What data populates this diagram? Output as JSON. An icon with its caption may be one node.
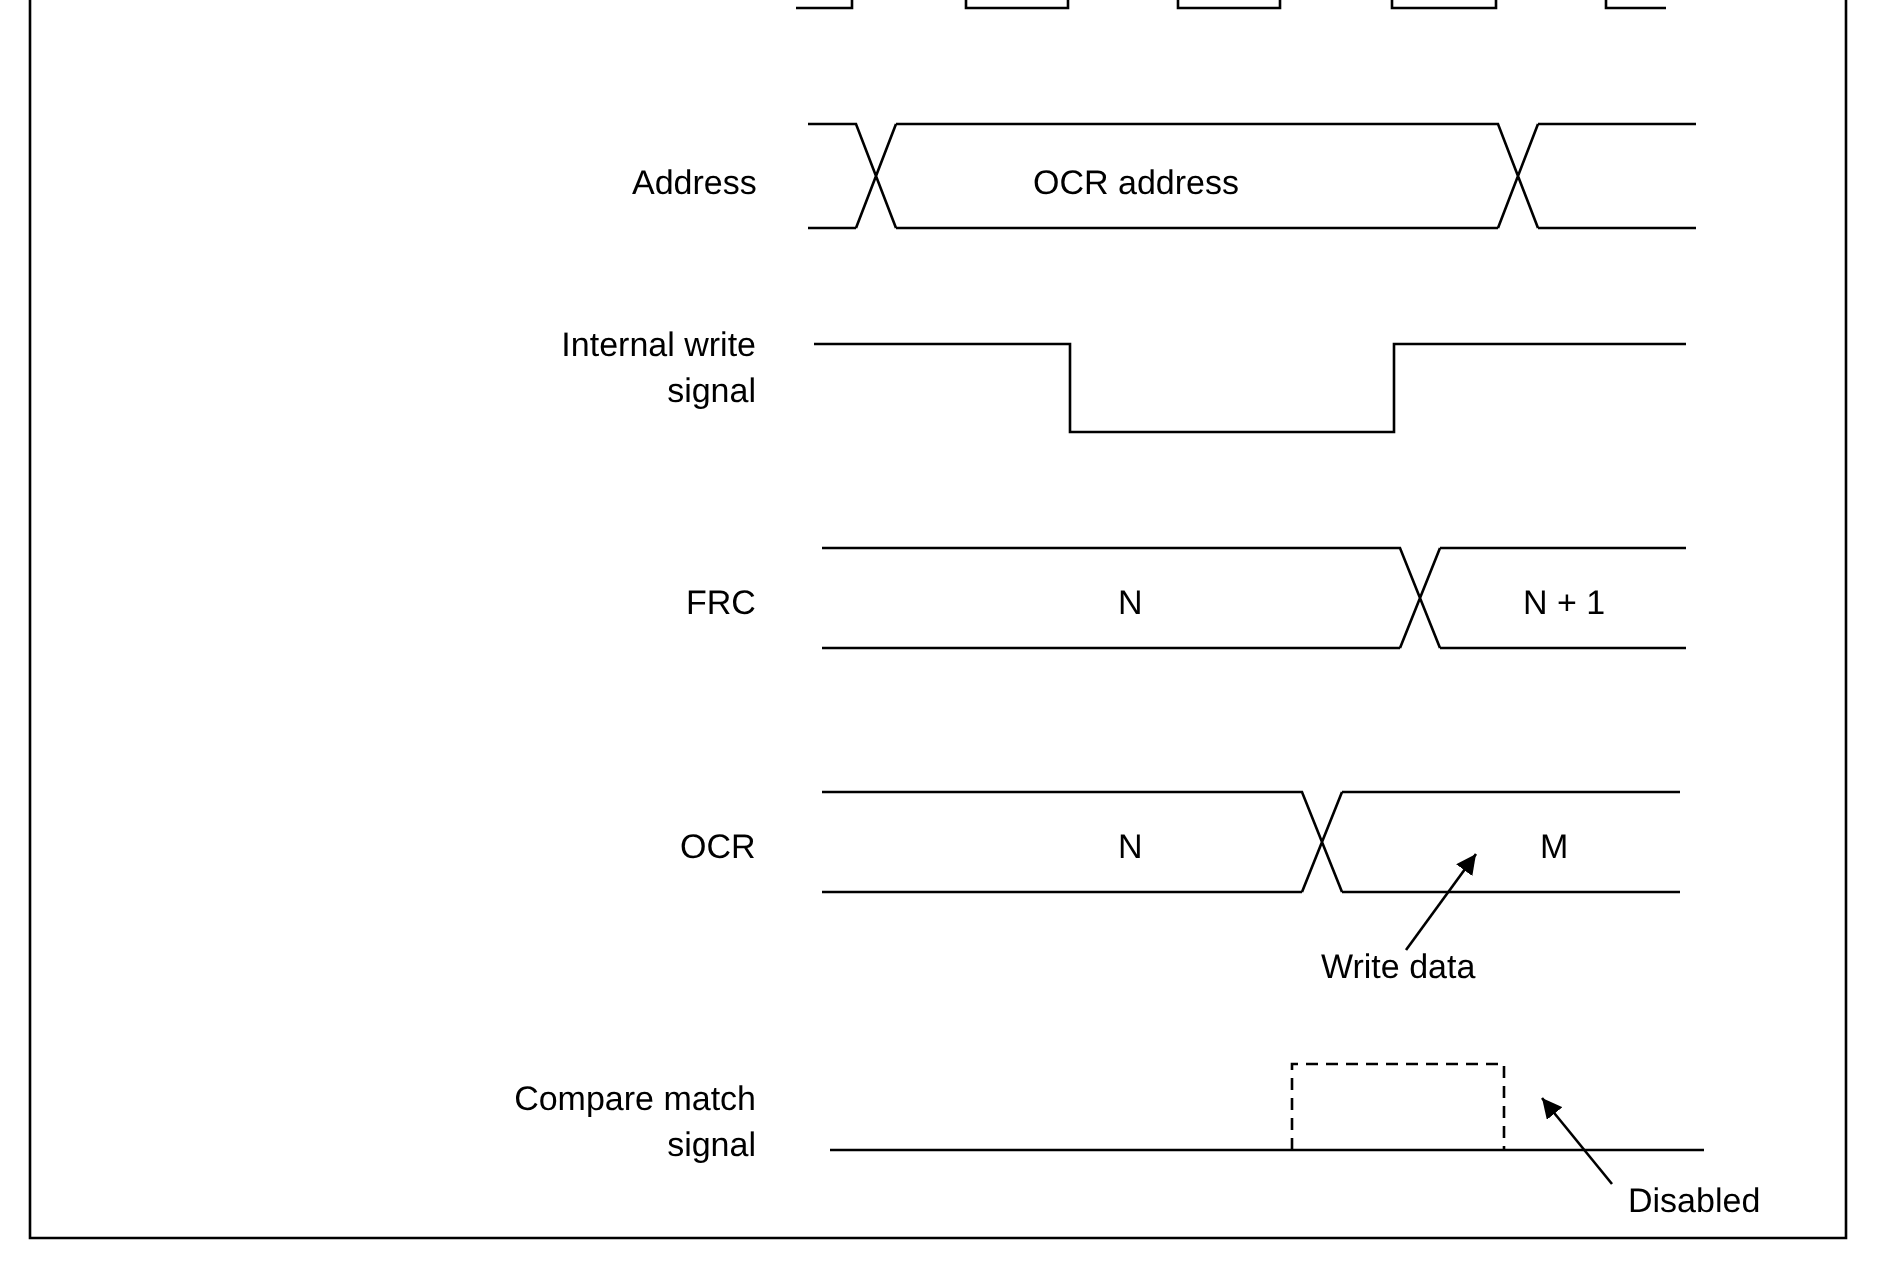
{
  "diagram": {
    "nodes": [
      {
        "text": [
          "Write data"
        ]
      },
      {
        "text": [
          "Disabled"
        ]
      }
    ],
    "edges": [
      {
        "from": 0,
        "to": null,
        "arrow": "to"
      },
      {
        "from": 1,
        "to": null,
        "arrow": "to"
      }
    ],
    "labels": [
      "Address",
      "OCR address",
      "Internal write signal",
      "FRC",
      "N",
      "N + 1",
      "OCR",
      "N",
      "M",
      "Compare match signal"
    ]
  }
}
